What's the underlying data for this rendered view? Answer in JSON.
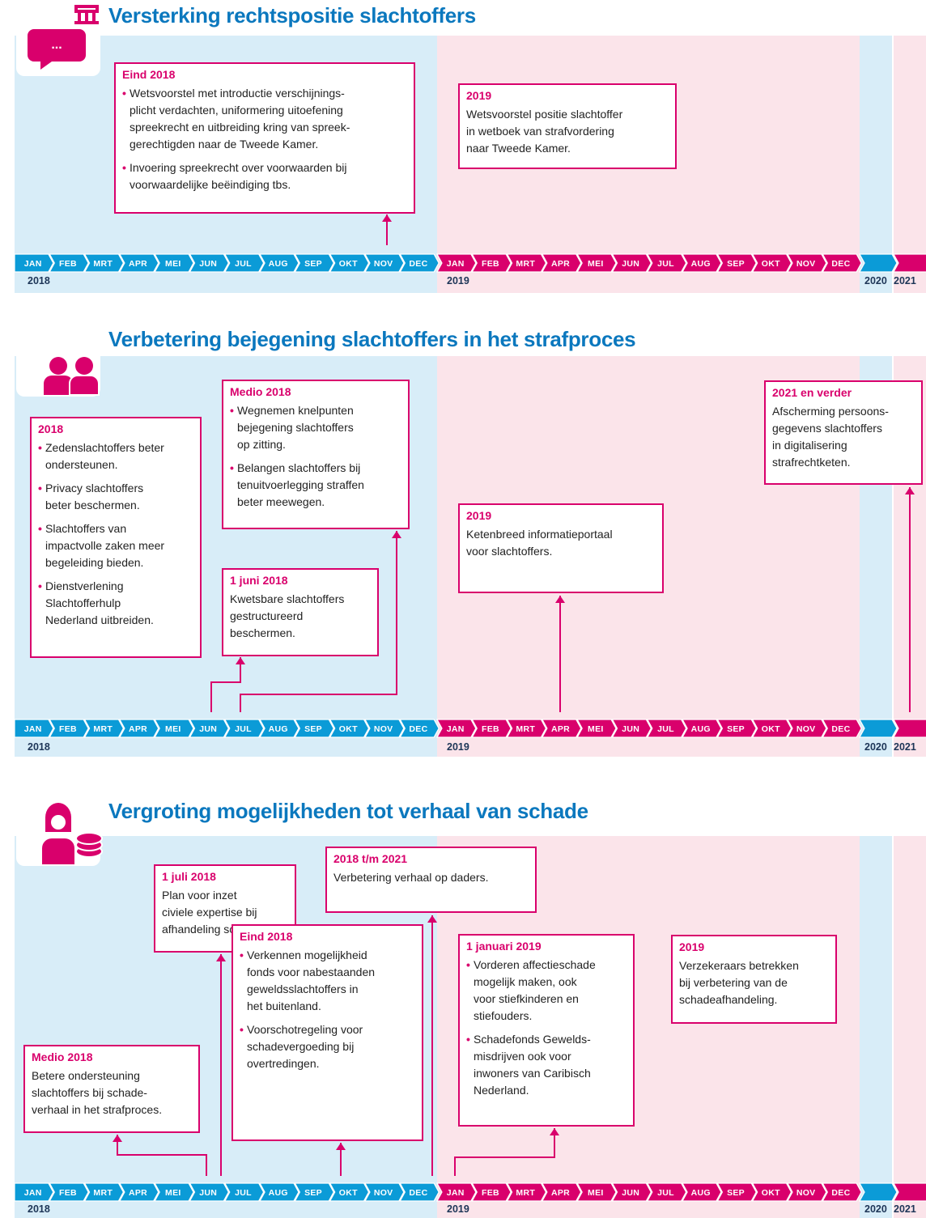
{
  "colors": {
    "blue": "#0b9bd7",
    "pink": "#d9006c",
    "blue_bg": "#d8edf8",
    "pink_bg": "#fbe4ea",
    "title": "#0b78be"
  },
  "months": [
    "JAN",
    "FEB",
    "MRT",
    "APR",
    "MEI",
    "JUN",
    "JUL",
    "AUG",
    "SEP",
    "OKT",
    "NOV",
    "DEC"
  ],
  "years": {
    "y2018": "2018",
    "y2019": "2019",
    "y2020": "2020",
    "y2021": "2021"
  },
  "sections": [
    {
      "title": "Versterking rechtspositie slachtoffers",
      "icon": "speech-bubble-icon",
      "boxes": [
        {
          "title": "Eind 2018",
          "bullets": [
            [
              "Wetsvoorstel met introductie verschijnings-",
              "plicht verdachten, uniformering uitoefening",
              "spreekrecht en uitbreiding kring van spreek-",
              "gerechtigden naar de Tweede Kamer."
            ],
            [
              "Invoering spreekrecht over voorwaarden bij",
              "voorwaardelijke beëindiging tbs."
            ]
          ]
        },
        {
          "title": "2019",
          "lines": [
            "Wetsvoorstel positie slachtoffer",
            "in wetboek van strafvordering",
            "naar Tweede Kamer."
          ]
        }
      ]
    },
    {
      "title": "Verbetering bejegening slachtoffers in het strafproces",
      "icon": "people-icon",
      "boxes": [
        {
          "title": "2018",
          "bullets": [
            [
              "Zedenslachtoffers beter",
              "ondersteunen."
            ],
            [
              "Privacy slachtoffers",
              "beter beschermen."
            ],
            [
              "Slachtoffers van",
              "impactvolle zaken meer",
              "begeleiding bieden."
            ],
            [
              "Dienstverlening",
              "Slachtofferhulp",
              "Nederland uitbreiden."
            ]
          ]
        },
        {
          "title": "Medio 2018",
          "bullets": [
            [
              "Wegnemen knelpunten",
              "bejegening slachtoffers",
              "op zitting."
            ],
            [
              "Belangen slachtoffers bij",
              "tenuitvoerlegging straffen",
              "beter meewegen."
            ]
          ]
        },
        {
          "title": "1 juni 2018",
          "lines": [
            "Kwetsbare slachtoffers",
            "gestructureerd",
            "beschermen."
          ]
        },
        {
          "title": "2019",
          "lines": [
            "Ketenbreed informatieportaal",
            "voor slachtoffers."
          ]
        },
        {
          "title": "2021 en verder",
          "lines": [
            "Afscherming persoons-",
            "gegevens slachtoffers",
            "in digitalisering",
            "strafrechtketen."
          ]
        }
      ]
    },
    {
      "title": "Vergroting mogelijkheden tot verhaal van schade",
      "icon": "person-with-coins-icon",
      "boxes": [
        {
          "title": "1 juli 2018",
          "lines": [
            "Plan voor inzet",
            "civiele expertise bij",
            "afhandeling schade."
          ]
        },
        {
          "title": "2018 t/m 2021",
          "lines": [
            "Verbetering verhaal op daders."
          ]
        },
        {
          "title": "Eind 2018",
          "bullets": [
            [
              "Verkennen mogelijkheid",
              "fonds voor nabestaanden",
              "geweldsslachtoffers in",
              " het buitenland."
            ],
            [
              "Voorschotregeling voor",
              "schadevergoeding bij",
              "overtredingen."
            ]
          ]
        },
        {
          "title": "Medio 2018",
          "lines": [
            "Betere ondersteuning",
            "slachtoffers bij schade-",
            "verhaal in het strafproces."
          ]
        },
        {
          "title": "1 januari 2019",
          "bullets": [
            [
              "Vorderen affectieschade",
              "mogelijk maken, ook",
              "voor stiefkinderen en",
              "stiefouders."
            ],
            [
              "Schadefonds Gewelds-",
              "misdrijven ook voor",
              "inwoners van Caribisch",
              "Nederland."
            ]
          ]
        },
        {
          "title": "2019",
          "lines": [
            "Verzekeraars betrekken",
            "bij verbetering van de",
            "schadeafhandeling."
          ]
        }
      ]
    }
  ]
}
